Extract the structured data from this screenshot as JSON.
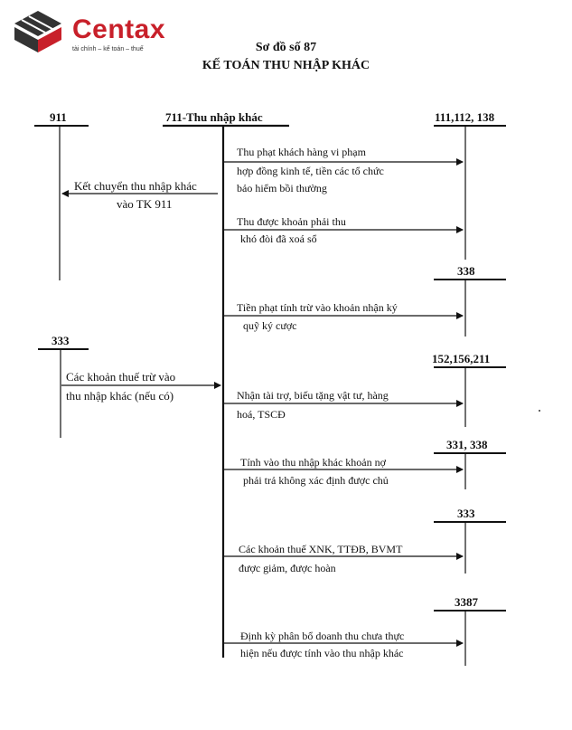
{
  "logo": {
    "brand": "Centax",
    "tagline": "tài chính – kế toán – thuế",
    "colors": {
      "dark": "#333333",
      "red": "#c8202a"
    }
  },
  "title": {
    "line1": "Sơ đồ số 87",
    "line2": "KẾ TOÁN THU NHẬP KHÁC"
  },
  "accounts": {
    "a911": "911",
    "a711": "711-Thu nhập khác",
    "a111": "111,112, 138",
    "a338": "338",
    "a333_left": "333",
    "a152": "152,156,211",
    "a331": "331, 338",
    "a333_right": "333",
    "a3387": "3387"
  },
  "entries": {
    "e1_l1": "Thu phạt khách hàng vi phạm",
    "e1_l2": "hợp đồng kinh tế, tiền các tổ chức",
    "e1_l3": "bảo hiểm bồi thường",
    "k_l1": "Kết chuyển thu nhập khác",
    "k_l2": "vào TK 911",
    "e2_l1": "Thu được khoản phải thu",
    "e2_l2": "khó đòi đã xoá sổ",
    "e3_l1": "Tiền phạt tính trừ vào khoản nhận ký",
    "e3_l2": "quỹ ký cược",
    "t_l1": "Các khoản thuế trừ vào",
    "t_l2": "thu nhập khác (nếu có)",
    "e4_l1": "Nhận tài trợ, biếu tặng vật tư, hàng",
    "e4_l2": "hoá, TSCĐ",
    "e5_l1": "Tính vào thu nhập khác khoản nợ",
    "e5_l2": "phải trả không xác định được chủ",
    "e6_l1": "Các khoản thuế XNK, TTĐB, BVMT",
    "e6_l2": "được giảm, được hoàn",
    "e7_l1": "Định kỳ phân bổ doanh thu chưa thực",
    "e7_l2": "hiện nếu được tính vào thu nhập khác"
  }
}
